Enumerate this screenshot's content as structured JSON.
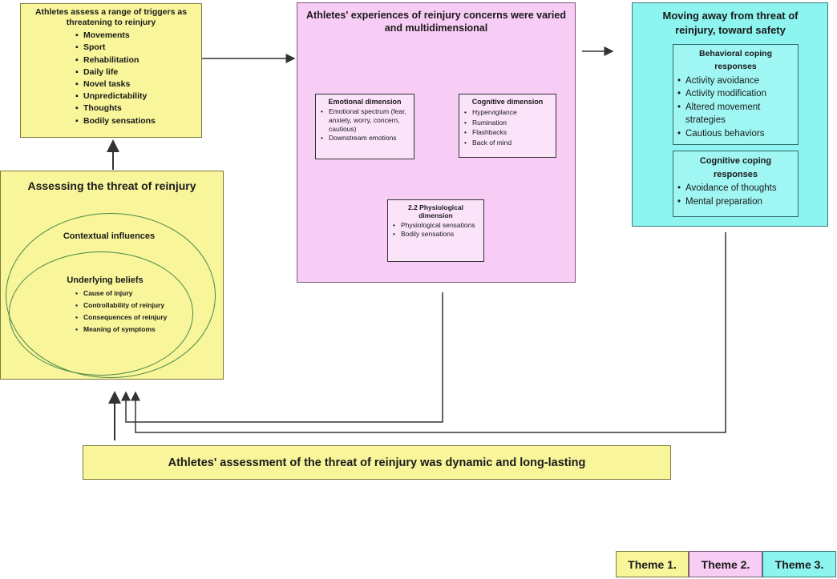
{
  "triggers": {
    "title": "Athletes assess a range of triggers as threatening to reinjury",
    "items": [
      "Movements",
      "Sport",
      "Rehabilitation",
      "Daily life",
      "Novel tasks",
      "Unpredictability",
      "Thoughts",
      "Bodily sensations"
    ]
  },
  "assessing": {
    "title": "Assessing the threat of reinjury",
    "contextual_label": "Contextual influences",
    "beliefs_label": "Underlying beliefs",
    "beliefs": [
      "Cause of injury",
      "Controllability of reinjury",
      "Consequences of reinjury",
      "Meaning of symptoms"
    ]
  },
  "experiences": {
    "title": "Athletes' experiences of reinjury concerns were varied and multidimensional",
    "emotional": {
      "title": "Emotional dimension",
      "items": [
        "Emotional spectrum (fear, anxiety, worry, concern, cautious)",
        "Downstream emotions"
      ]
    },
    "cognitive": {
      "title": "Cognitive dimension",
      "items": [
        "Hypervigilance",
        "Rumination",
        "Flashbacks",
        "Back of mind"
      ]
    },
    "physiological": {
      "title": "2.2 Physiological dimension",
      "items": [
        "Physiological sensations",
        "Bodily sensations"
      ]
    }
  },
  "moving_away": {
    "title": "Moving away from threat of reinjury, toward safety",
    "behavioral": {
      "title": "Behavioral coping responses",
      "items": [
        "Activity avoidance",
        "Activity modification",
        "Altered movement strategies",
        "Cautious behaviors"
      ]
    },
    "cognitive": {
      "title": "Cognitive coping responses",
      "items": [
        "Avoidance of thoughts",
        "Mental preparation"
      ]
    }
  },
  "bottom_banner": "Athletes' assessment of the threat of reinjury was dynamic and long-lasting",
  "legend": [
    "Theme 1.",
    "Theme 2.",
    "Theme 3."
  ],
  "colors": {
    "theme1": "#f8f59a",
    "theme2": "#f7ccf5",
    "theme3": "#8df4ef"
  }
}
